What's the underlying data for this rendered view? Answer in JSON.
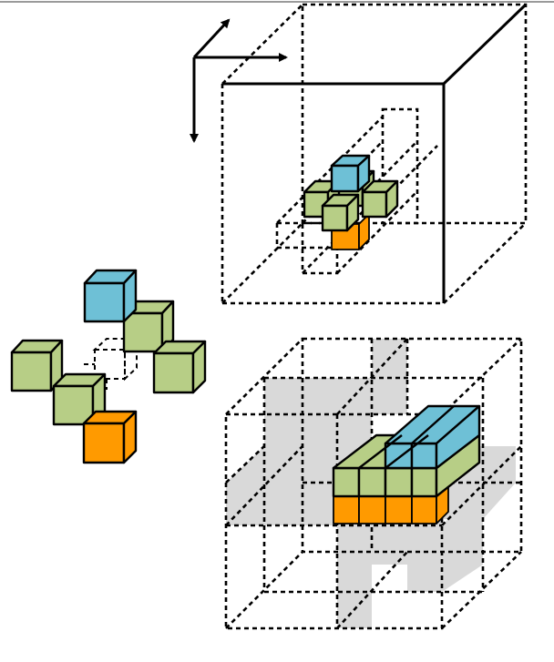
{
  "colors": {
    "blue": "#6EC0D6",
    "green": "#B7CE86",
    "orange": "#FF9A00",
    "plane_gray": "#D9D9D9",
    "line": "#000000",
    "background": "#FFFFFF"
  },
  "icons": {
    "axes": "three-arrow-coordinate-axes",
    "stencil": "seven-point-stencil-exploded",
    "small_box": "dashed-domain-box-with-stencil",
    "block_box": "dashed-domain-box-with-blocked-slab"
  }
}
